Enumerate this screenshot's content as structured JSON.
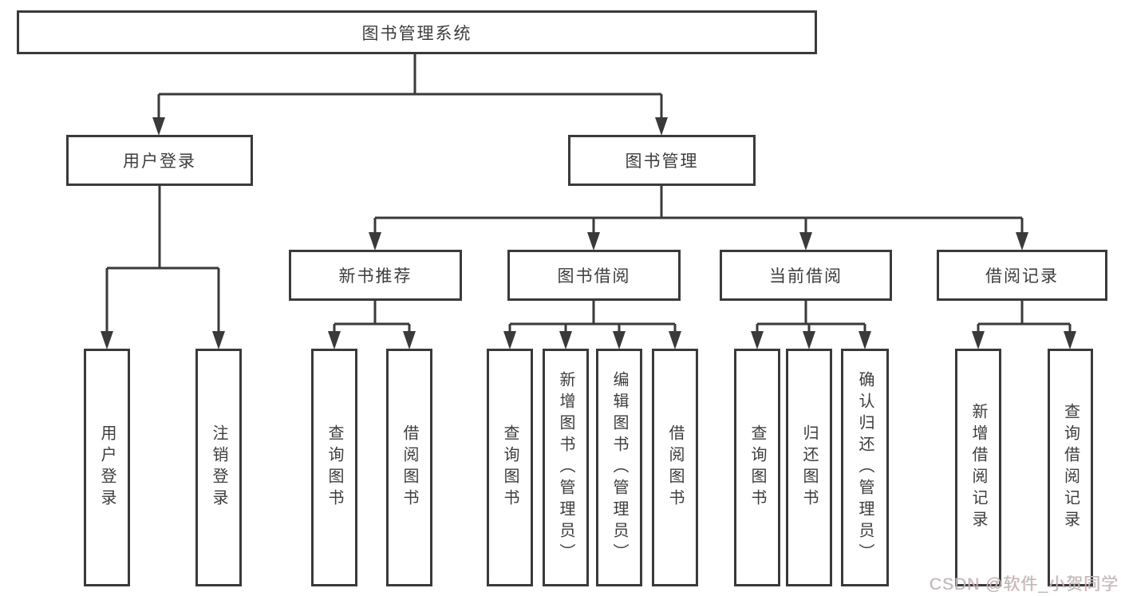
{
  "colors": {
    "line": "#3a3a3a",
    "text": "#3d3d3d",
    "box_bg": "#ffffff",
    "watermark": "#b9babd"
  },
  "watermark": {
    "text": "CSDN @软件_小贺同学"
  },
  "tree": {
    "label": "图书管理系统",
    "children": [
      {
        "label": "用户登录",
        "children": [
          {
            "label": "用户登录"
          },
          {
            "label": "注销登录"
          }
        ]
      },
      {
        "label": "图书管理",
        "children": [
          {
            "label": "新书推荐",
            "children": [
              {
                "label": "查询图书"
              },
              {
                "label": "借阅图书"
              }
            ]
          },
          {
            "label": "图书借阅",
            "children": [
              {
                "label": "查询图书"
              },
              {
                "label": "新增图书（管理员）"
              },
              {
                "label": "编辑图书（管理员）"
              },
              {
                "label": "借阅图书"
              }
            ]
          },
          {
            "label": "当前借阅",
            "children": [
              {
                "label": "查询图书"
              },
              {
                "label": "归还图书"
              },
              {
                "label": "确认归还（管理员）"
              }
            ]
          },
          {
            "label": "借阅记录",
            "children": [
              {
                "label": "新增借阅记录"
              },
              {
                "label": "查询借阅记录"
              }
            ]
          }
        ]
      }
    ]
  }
}
